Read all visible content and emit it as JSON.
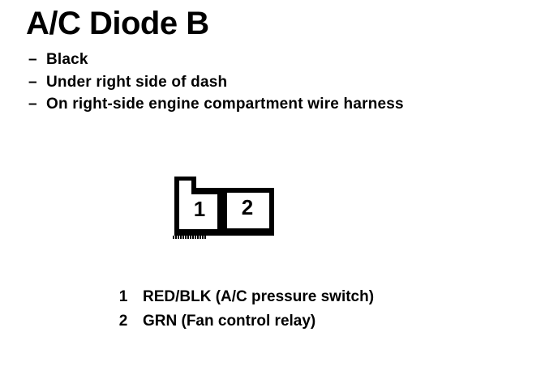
{
  "colors": {
    "ink": "#000000",
    "paper": "#ffffff"
  },
  "document": {
    "title": "A/C Diode B",
    "notes": [
      {
        "marker": "–",
        "text": "Black"
      },
      {
        "marker": "–",
        "text": "Under right side of dash"
      },
      {
        "marker": "–",
        "text": "On right-side engine compartment wire harness"
      }
    ]
  },
  "connector_diagram": {
    "type": "connector-pinout",
    "description": "Two-cavity connector, front view, keyed tab at top left",
    "cavities": [
      {
        "number": "1"
      },
      {
        "number": "2"
      }
    ]
  },
  "pin_legend": {
    "rows": [
      {
        "pin": "1",
        "label": "RED/BLK (A/C pressure switch)"
      },
      {
        "pin": "2",
        "label": "GRN (Fan control relay)"
      }
    ]
  }
}
